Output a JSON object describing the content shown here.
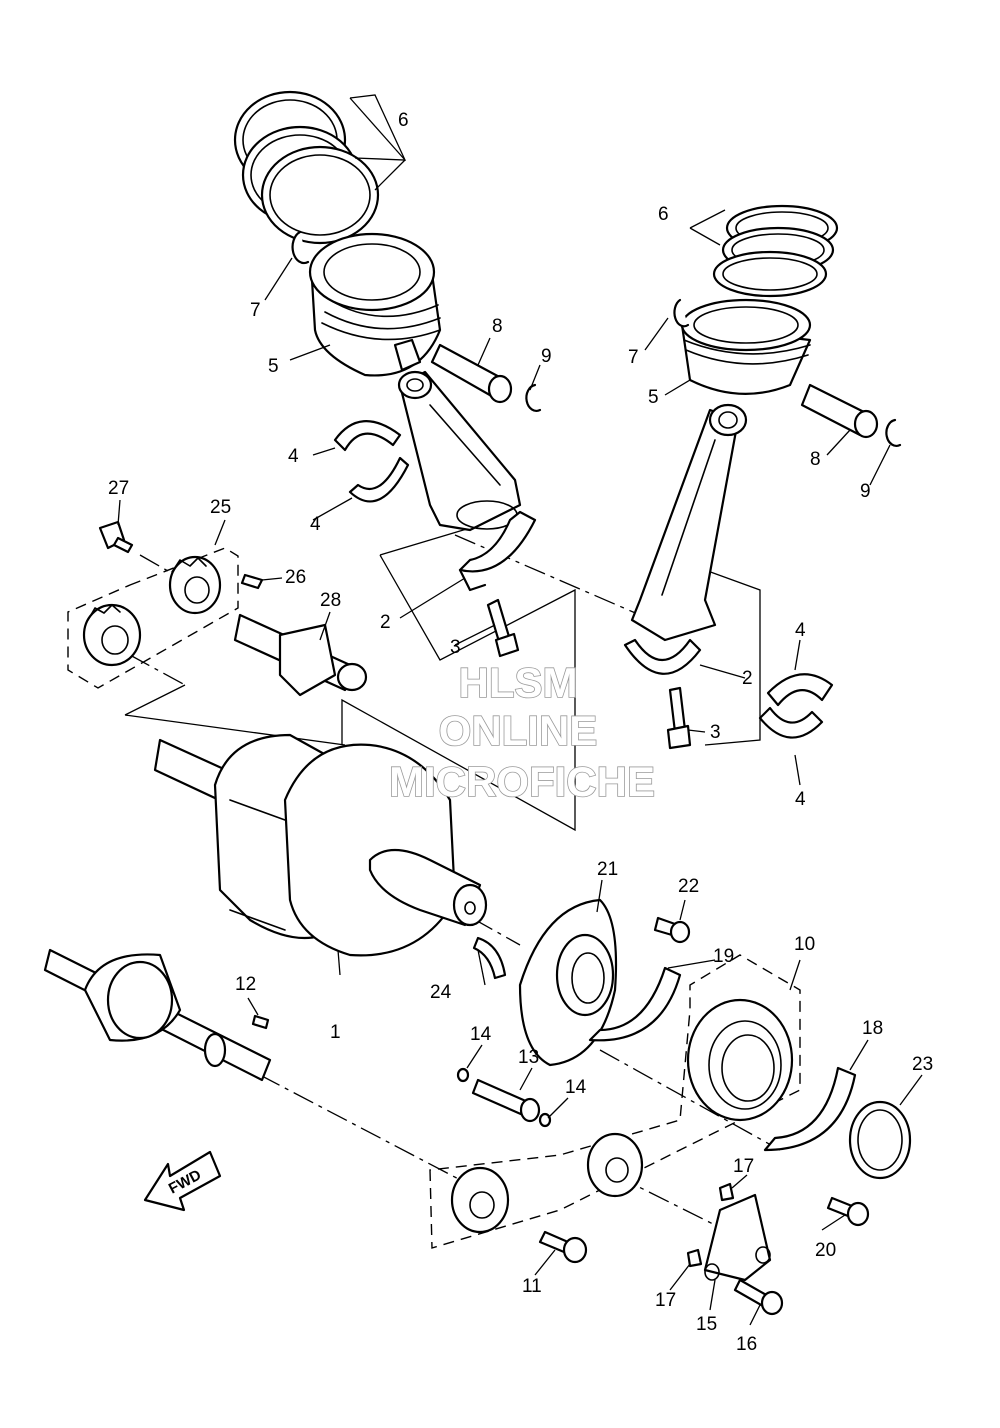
{
  "watermark": {
    "line1": "HLSM",
    "line2": "ONLINE",
    "line3": "MICROFICHE"
  },
  "direction_label": "FWD",
  "callouts": [
    {
      "id": "c1",
      "text": "1"
    },
    {
      "id": "c2a",
      "text": "2"
    },
    {
      "id": "c2b",
      "text": "2"
    },
    {
      "id": "c3a",
      "text": "3"
    },
    {
      "id": "c3b",
      "text": "3"
    },
    {
      "id": "c4a",
      "text": "4"
    },
    {
      "id": "c4b",
      "text": "4"
    },
    {
      "id": "c4c",
      "text": "4"
    },
    {
      "id": "c4d",
      "text": "4"
    },
    {
      "id": "c5a",
      "text": "5"
    },
    {
      "id": "c5b",
      "text": "5"
    },
    {
      "id": "c6a",
      "text": "6"
    },
    {
      "id": "c6b",
      "text": "6"
    },
    {
      "id": "c7a",
      "text": "7"
    },
    {
      "id": "c7b",
      "text": "7"
    },
    {
      "id": "c8a",
      "text": "8"
    },
    {
      "id": "c8b",
      "text": "8"
    },
    {
      "id": "c9a",
      "text": "9"
    },
    {
      "id": "c9b",
      "text": "9"
    },
    {
      "id": "c10",
      "text": "10"
    },
    {
      "id": "c11",
      "text": "11"
    },
    {
      "id": "c12",
      "text": "12"
    },
    {
      "id": "c13",
      "text": "13"
    },
    {
      "id": "c14a",
      "text": "14"
    },
    {
      "id": "c14b",
      "text": "14"
    },
    {
      "id": "c15",
      "text": "15"
    },
    {
      "id": "c16",
      "text": "16"
    },
    {
      "id": "c17a",
      "text": "17"
    },
    {
      "id": "c17b",
      "text": "17"
    },
    {
      "id": "c18",
      "text": "18"
    },
    {
      "id": "c19",
      "text": "19"
    },
    {
      "id": "c20",
      "text": "20"
    },
    {
      "id": "c21",
      "text": "21"
    },
    {
      "id": "c22",
      "text": "22"
    },
    {
      "id": "c23",
      "text": "23"
    },
    {
      "id": "c24",
      "text": "24"
    },
    {
      "id": "c25",
      "text": "25"
    },
    {
      "id": "c26",
      "text": "26"
    },
    {
      "id": "c27",
      "text": "27"
    },
    {
      "id": "c28",
      "text": "28"
    }
  ]
}
